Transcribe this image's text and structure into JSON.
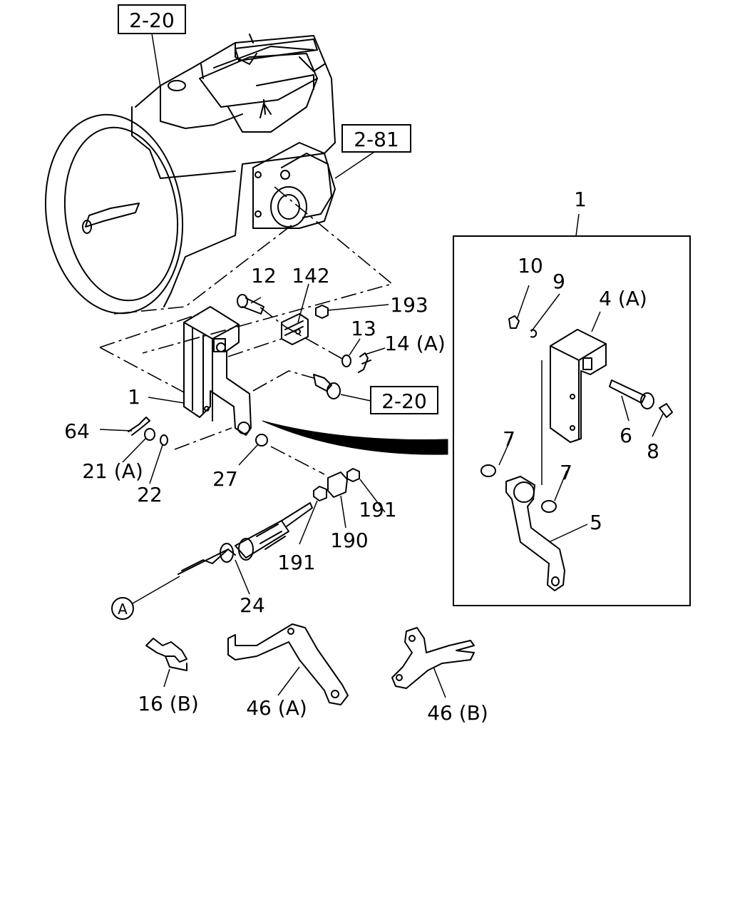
{
  "references": {
    "top": "2-20",
    "right": "2-81",
    "middle": "2-20"
  },
  "callouts": {
    "c1_main": "1",
    "c1_inset": "1",
    "c4a": "4 (A)",
    "c5": "5",
    "c6": "6",
    "c7a": "7",
    "c7b": "7",
    "c8": "8",
    "c9": "9",
    "c10": "10",
    "c12": "12",
    "c13": "13",
    "c14a": "14 (A)",
    "c16b": "16 (B)",
    "c21a": "21 (A)",
    "c22": "22",
    "c24": "24",
    "c27": "27",
    "c46a": "46 (A)",
    "c46b": "46 (B)",
    "c64": "64",
    "c142": "142",
    "c190": "190",
    "c191a": "191",
    "c191b": "191",
    "c193": "193",
    "circleA": "A"
  }
}
